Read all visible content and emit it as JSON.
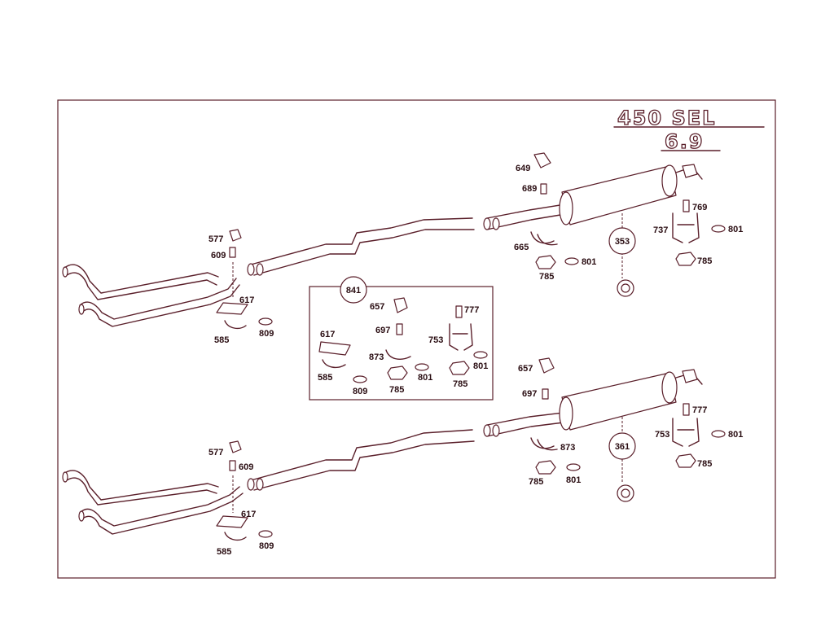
{
  "title": {
    "model": "450 SEL",
    "variant": "6.9"
  },
  "callouts": {
    "upper": "353",
    "lower": "361",
    "inset": "841"
  },
  "labels": {
    "upper": {
      "p649": "649",
      "p689": "689",
      "p665": "665",
      "p785a": "785",
      "p801a": "801",
      "p769": "769",
      "p737": "737",
      "p801b": "801",
      "p785b": "785",
      "p577": "577",
      "p609": "609",
      "p617": "617",
      "p585": "585",
      "p809": "809"
    },
    "inset": {
      "p657": "657",
      "p697": "697",
      "p617": "617",
      "p873": "873",
      "p585": "585",
      "p809": "809",
      "p785": "785",
      "p801a": "801",
      "p777": "777",
      "p753": "753",
      "p785b": "785",
      "p801b": "801"
    },
    "lower": {
      "p657": "657",
      "p697": "697",
      "p873": "873",
      "p785a": "785",
      "p801a": "801",
      "p777": "777",
      "p753": "753",
      "p801b": "801",
      "p785b": "785",
      "p577": "577",
      "p609": "609",
      "p617": "617",
      "p585": "585",
      "p809": "809"
    }
  }
}
